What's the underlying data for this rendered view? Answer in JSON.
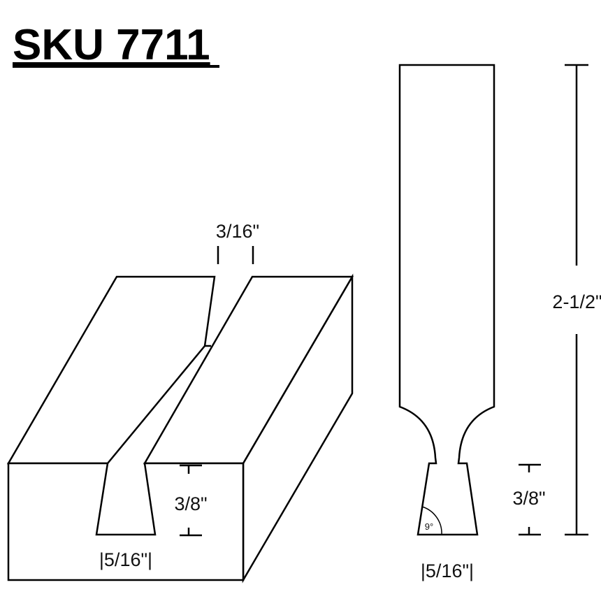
{
  "title": "SKU 7711",
  "block": {
    "top_gap": "3/16\"",
    "depth": "3/8\"",
    "bottom_width": "|5/16\"|"
  },
  "bit": {
    "height": "2-1/2\"",
    "depth": "3/8\"",
    "bottom_width": "|5/16\"|",
    "angle": "9°"
  }
}
